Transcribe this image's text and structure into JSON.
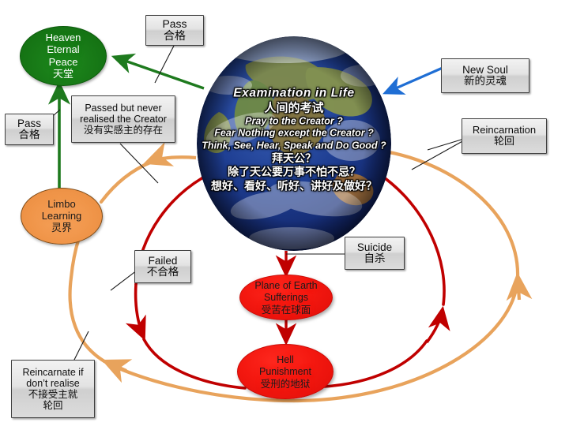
{
  "title": "Examination in Life cycle diagram",
  "colors": {
    "pass_arrow": "#1e7a1e",
    "new_soul_arrow": "#1f6ed4",
    "fail_arc": "#c00000",
    "reincarnation_arc": "#e8a35c",
    "heaven_fill": "#187a17",
    "limbo_fill": "#f09549",
    "hell_fill": "#f41810",
    "box_fill": "#dcdcdc",
    "box_border": "#3f3f3f"
  },
  "earth": {
    "name": "earth-globe",
    "title_en": "Examination in Life",
    "title_cn": "人间的考试",
    "questions": [
      {
        "en": "Pray to the Creator ?"
      },
      {
        "en": "Fear Nothing except the Creator ?"
      },
      {
        "en": "Think, See, Hear, Speak and Do Good ?"
      }
    ],
    "questions_cn": [
      "拜天公？",
      "除了天公要万事不怕不忌？",
      "想好、看好、听好、讲好及做好？"
    ]
  },
  "nodes": {
    "heaven": {
      "lines_en": [
        "Heaven",
        "Eternal",
        "Peace"
      ],
      "line_cn": "天堂"
    },
    "limbo": {
      "lines_en": [
        "Limbo",
        "Learning"
      ],
      "line_cn": "灵界"
    },
    "plane": {
      "lines_en": [
        "Plane of Earth",
        "Sufferings"
      ],
      "line_cn": "受苦在球面"
    },
    "hell": {
      "lines_en": [
        "Hell",
        "Punishment"
      ],
      "line_cn": "受刑的地狱"
    }
  },
  "labels": {
    "pass_top": {
      "en": "Pass",
      "cn": "合格"
    },
    "pass_left": {
      "en": "Pass",
      "cn": "合格"
    },
    "passed_never": {
      "en_lines": [
        "Passed but never",
        "realised the Creator"
      ],
      "cn": "没有实感主的存在"
    },
    "new_soul": {
      "en": "New Soul",
      "cn": "新的灵魂"
    },
    "reincarnation": {
      "en": "Reincarnation",
      "cn": "轮回"
    },
    "failed": {
      "en": "Failed",
      "cn": "不合格"
    },
    "suicide": {
      "en": "Suicide",
      "cn": "自杀"
    },
    "reincarnate_if": {
      "en_lines": [
        "Reincarnate if",
        "don’t realise"
      ],
      "cn_lines": [
        "不接受主就",
        "轮回"
      ]
    }
  }
}
